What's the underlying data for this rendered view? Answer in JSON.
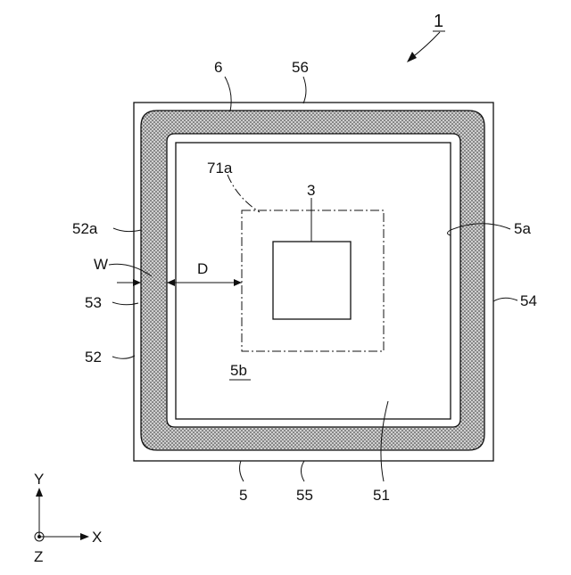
{
  "labels": {
    "ref_1": "1",
    "ref_6": "6",
    "ref_56": "56",
    "ref_71a": "71a",
    "ref_3": "3",
    "ref_52a": "52a",
    "ref_5a": "5a",
    "ref_W": "W",
    "ref_D": "D",
    "ref_53": "53",
    "ref_54": "54",
    "ref_52": "52",
    "ref_5b": "5b",
    "ref_5": "5",
    "ref_55": "55",
    "ref_51": "51"
  },
  "axes": {
    "y": "Y",
    "x": "X",
    "z": "Z"
  }
}
